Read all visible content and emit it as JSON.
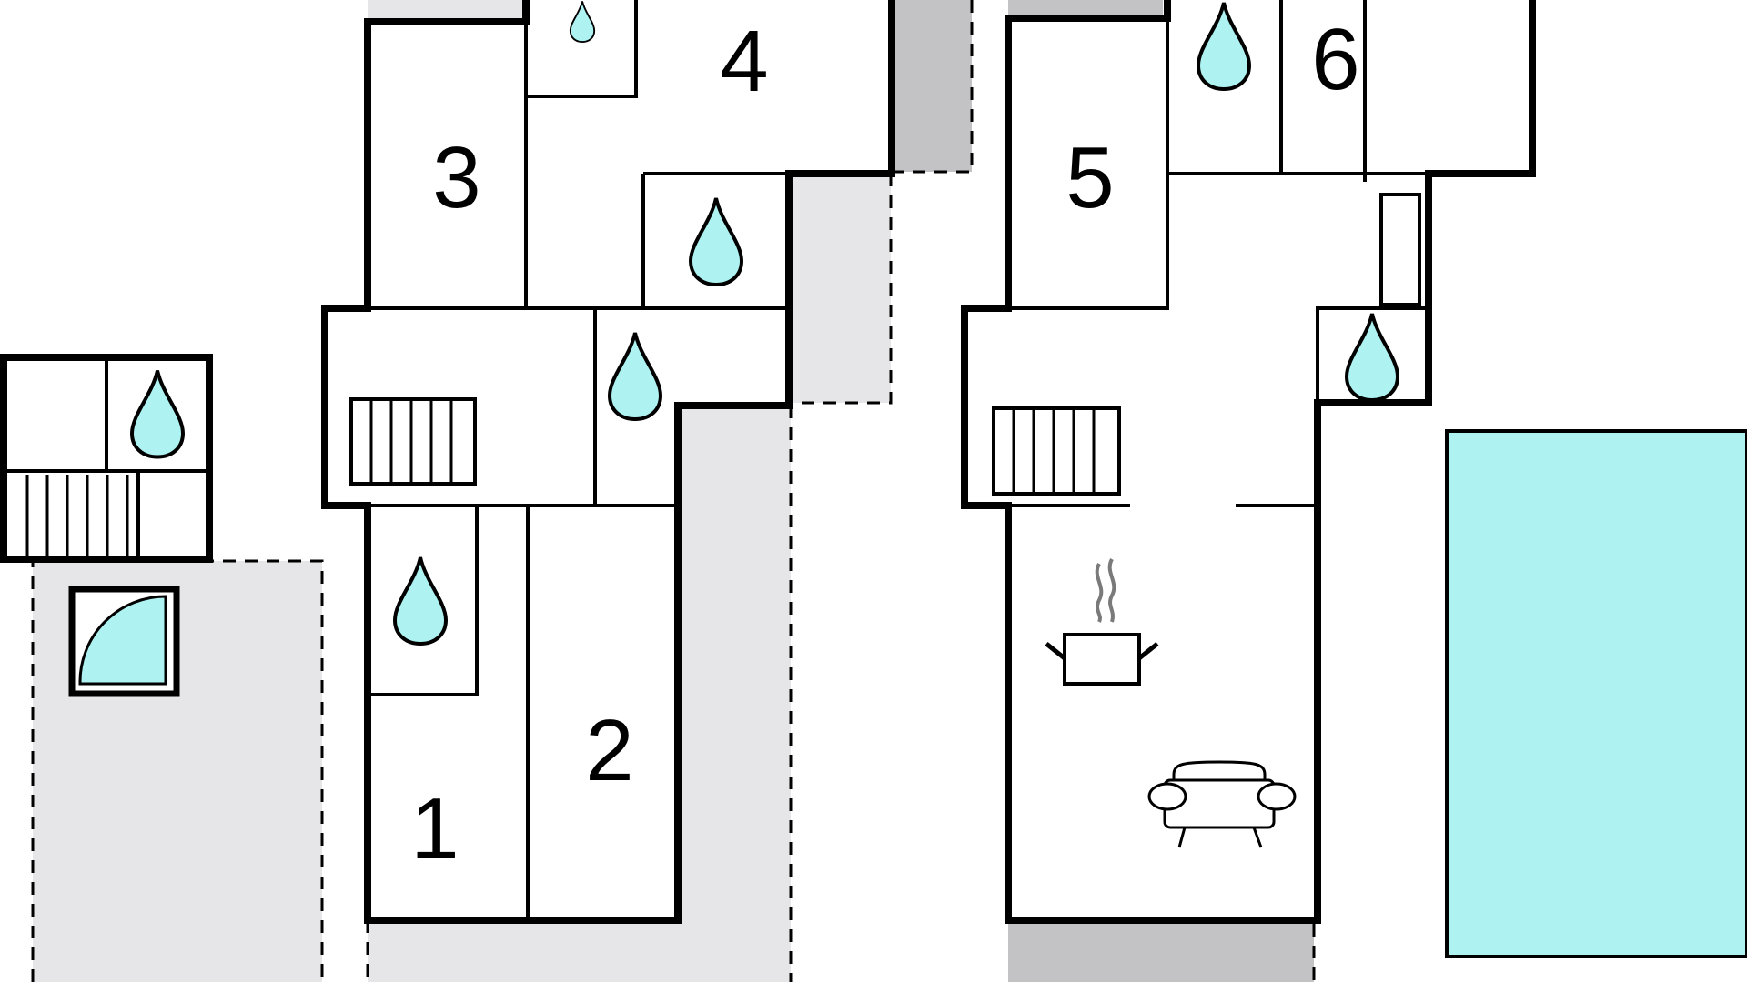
{
  "plan": {
    "room_numbers": [
      "1",
      "2",
      "3",
      "4",
      "5",
      "6"
    ],
    "icons": {
      "bathroom": "water-drop-icon",
      "stairs": "stairs-icon",
      "kitchen": "cooking-pot-icon",
      "living": "sofa-icon",
      "shower": "shower-icon",
      "pool": "pool"
    },
    "colors": {
      "water": "#aef2f2",
      "pool": "#aef2f2",
      "terrace": "#e6e6e8",
      "balcony": "#c3c3c5",
      "wall": "#000000",
      "background": "#ffffff"
    }
  }
}
